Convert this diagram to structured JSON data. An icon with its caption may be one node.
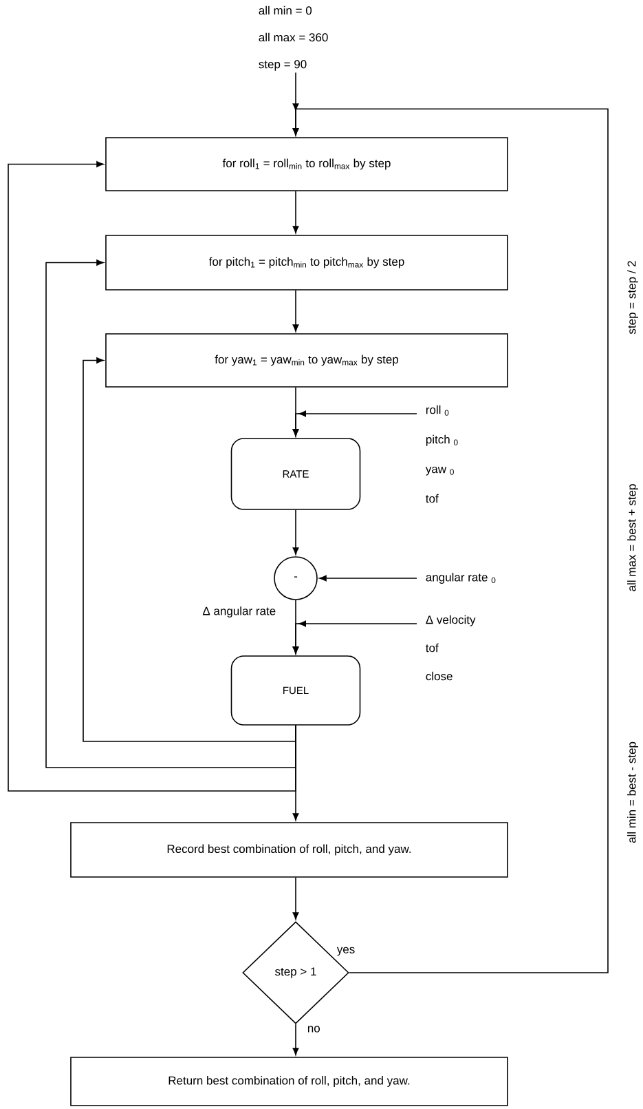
{
  "diagram": {
    "nodes": [
      {
        "text": [
          "all min = 0",
          "all max = 360",
          "step = 90"
        ]
      },
      {
        "text": [
          "for roll$_{1}$ = roll$_{min}$ to roll$_{max}$ by step"
        ]
      },
      {
        "text": [
          "for pitch$_{1}$ = pitch$_{min}$ to pitch$_{max}$ by step"
        ]
      },
      {
        "text": [
          "for yaw$_{1}$ = yaw$_{min}$ to yaw$_{max}$ by step"
        ]
      },
      {
        "text": [
          "RATE"
        ]
      },
      {
        "text": [
          "-"
        ]
      },
      {
        "text": [
          "FUEL"
        ]
      },
      {
        "text": [
          "Record best combination of roll, pitch, and yaw."
        ]
      },
      {
        "text": [
          "step > 1"
        ]
      },
      {
        "text": [
          "Return best combination of roll, pitch, and yaw."
        ]
      },
      {
        "text": [
          "roll $_{0}$",
          "pitch $_{0}$",
          "yaw $_{0}$",
          "tof"
        ]
      },
      {
        "text": [
          "angular rate $_{0}$"
        ]
      },
      {
        "text": [
          "Δ velocity",
          "tof",
          "close"
        ]
      }
    ],
    "edges": [
      {
        "from": 0,
        "to": 1,
        "arrow": "to"
      },
      {
        "from": 1,
        "to": 2,
        "arrow": "to"
      },
      {
        "from": 2,
        "to": 3,
        "arrow": "to"
      },
      {
        "from": 3,
        "to": 4,
        "arrow": "to"
      },
      {
        "from": 10,
        "to": 4,
        "arrow": "to"
      },
      {
        "from": 4,
        "to": 5,
        "arrow": "to"
      },
      {
        "from": 11,
        "to": 5,
        "arrow": "to"
      },
      {
        "from": 5,
        "to": 6,
        "arrow": "to",
        "label": "Δ angular rate"
      },
      {
        "from": 12,
        "to": 6,
        "arrow": "to"
      },
      {
        "from": 6,
        "to": 3,
        "arrow": "to"
      },
      {
        "from": 6,
        "to": 2,
        "arrow": "to"
      },
      {
        "from": 6,
        "to": 1,
        "arrow": "to"
      },
      {
        "from": 6,
        "to": 7,
        "arrow": "to"
      },
      {
        "from": 7,
        "to": 8,
        "arrow": "to"
      },
      {
        "from": 8,
        "to": 1,
        "arrow": "to",
        "label": "yes"
      },
      {
        "from": 8,
        "to": 9,
        "arrow": "to",
        "label": "no"
      }
    ],
    "labels": [
      "step = step / 2",
      "all max = best + step",
      "all min = best - step"
    ]
  }
}
